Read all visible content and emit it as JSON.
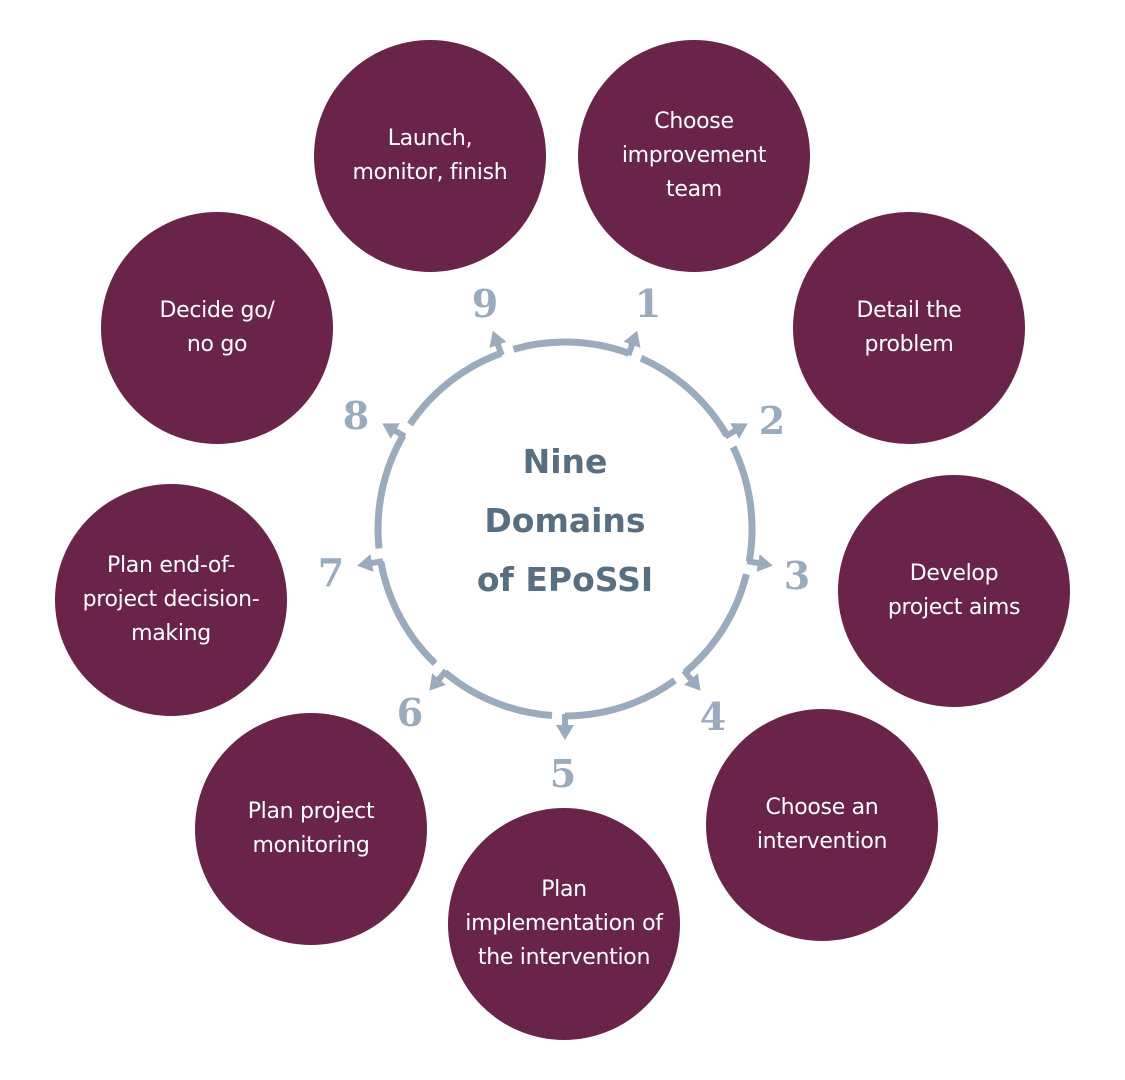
{
  "title": "Nine\nDomains\nof EPoSSI",
  "colors": {
    "circle_fill": "#6b2449",
    "ring": "#9aabbd",
    "numbers": "#9aabbd",
    "title": "#5a6e82",
    "label": "#ffffff"
  },
  "domains": [
    {
      "number": "1",
      "label": "Choose\nimprovement\nteam"
    },
    {
      "number": "2",
      "label": "Detail the\nproblem"
    },
    {
      "number": "3",
      "label": "Develop\nproject aims"
    },
    {
      "number": "4",
      "label": "Choose an\nintervention"
    },
    {
      "number": "5",
      "label": "Plan\nimplementation of\nthe intervention"
    },
    {
      "number": "6",
      "label": "Plan project\nmonitoring"
    },
    {
      "number": "7",
      "label": "Plan end-of-\nproject decision-\nmaking"
    },
    {
      "number": "8",
      "label": "Decide go/\nno go"
    },
    {
      "number": "9",
      "label": "Launch,\nmonitor, finish"
    }
  ]
}
